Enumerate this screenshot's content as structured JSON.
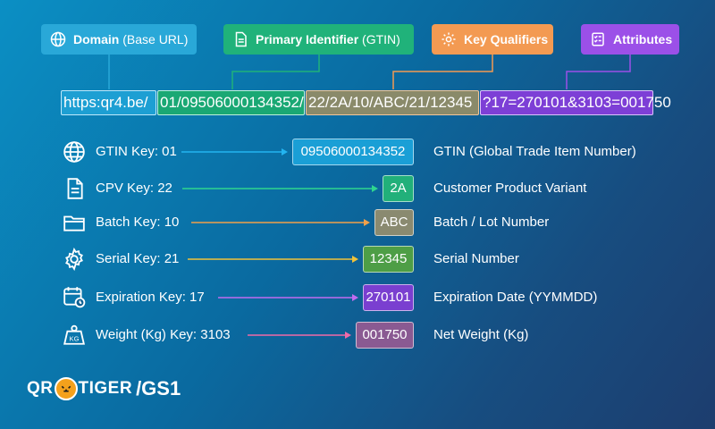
{
  "pills": {
    "domain": {
      "bold": "Domain",
      "normal": "(Base URL)",
      "icon": "globe-icon",
      "color": "#29a8d8"
    },
    "primary": {
      "bold": "Primary Identifier",
      "normal": "(GTIN)",
      "icon": "document-icon",
      "color": "#20b27a"
    },
    "qualifiers": {
      "bold": "Key Qualifiers",
      "normal": "",
      "icon": "gear-icon",
      "color": "#f39a52"
    },
    "attributes": {
      "bold": "Attributes",
      "normal": "",
      "icon": "checklist-icon",
      "color": "#9b50e8"
    }
  },
  "url": {
    "domain": "https:qr4.be/",
    "primary": "01/09506000134352/",
    "qualifiers": "22/2A/10/ABC/21/12345",
    "attributes": "?17=270101&3103=001750"
  },
  "rows": [
    {
      "label": "GTIN Key: 01",
      "value": "09506000134352",
      "desc": "GTIN (Global Trade Item Number)",
      "icon": "globe-icon",
      "color": "#1a9fd6"
    },
    {
      "label": "CPV Key: 22",
      "value": "2A",
      "desc": "Customer Product Variant",
      "icon": "document-icon",
      "color": "#21b07a"
    },
    {
      "label": "Batch Key: 10",
      "value": "ABC",
      "desc": "Batch / Lot Number",
      "icon": "folder-icon",
      "color": "#8a8a70"
    },
    {
      "label": "Serial Key: 21",
      "value": "12345",
      "desc": "Serial Number",
      "icon": "gear-icon",
      "color": "#4e9e46"
    },
    {
      "label": "Expiration Key: 17",
      "value": "270101",
      "desc": "Expiration Date (YYMMDD)",
      "icon": "calendar-icon",
      "color": "#7a3fd0"
    },
    {
      "label": "Weight (Kg) Key: 3103",
      "value": "001750",
      "desc": "Net Weight (Kg)",
      "icon": "weight-icon",
      "color": "#8a5a92"
    }
  ],
  "arrow_colors": [
    "#23b4f0",
    "#2ed68f",
    "#f0a04a",
    "#f0c23a",
    "#c06cf0",
    "#f06aa8"
  ],
  "logo": {
    "left": "QR",
    "right": "TIGER",
    "suffix": "/GS1"
  }
}
